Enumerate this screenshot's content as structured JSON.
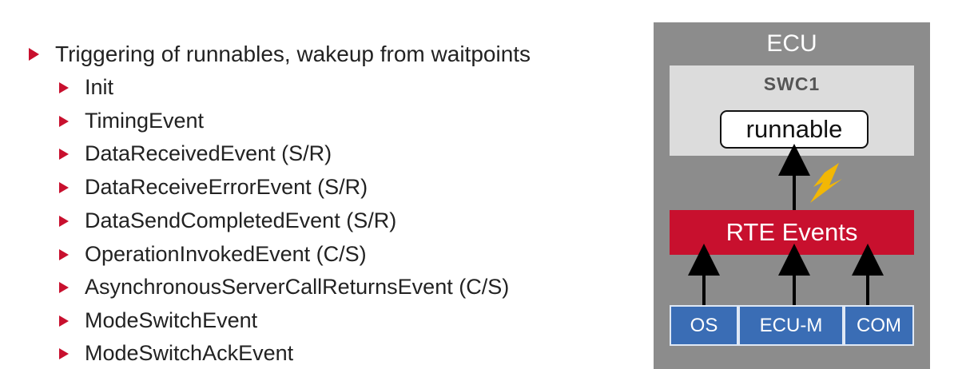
{
  "bullets": {
    "heading": "Triggering of runnables, wakeup from waitpoints",
    "items": [
      "Init",
      "TimingEvent",
      "DataReceivedEvent (S/R)",
      "DataReceiveErrorEvent (S/R)",
      "DataSendCompletedEvent (S/R)",
      "OperationInvokedEvent (C/S)",
      "AsynchronousServerCallReturnsEvent (C/S)",
      "ModeSwitchEvent",
      "ModeSwitchAckEvent"
    ]
  },
  "diagram": {
    "ecu_label": "ECU",
    "swc_label": "SWC1",
    "runnable_label": "runnable",
    "rte_label": "RTE Events",
    "bsw_modules": [
      "OS",
      "ECU-M",
      "COM"
    ]
  },
  "colors": {
    "bullet_red": "#c8102e",
    "ecu_gray": "#8c8c8c",
    "swc_gray": "#dcdcdc",
    "rte_red": "#c8102e",
    "bsw_blue": "#3a6db5",
    "lightning": "#f2b705"
  }
}
